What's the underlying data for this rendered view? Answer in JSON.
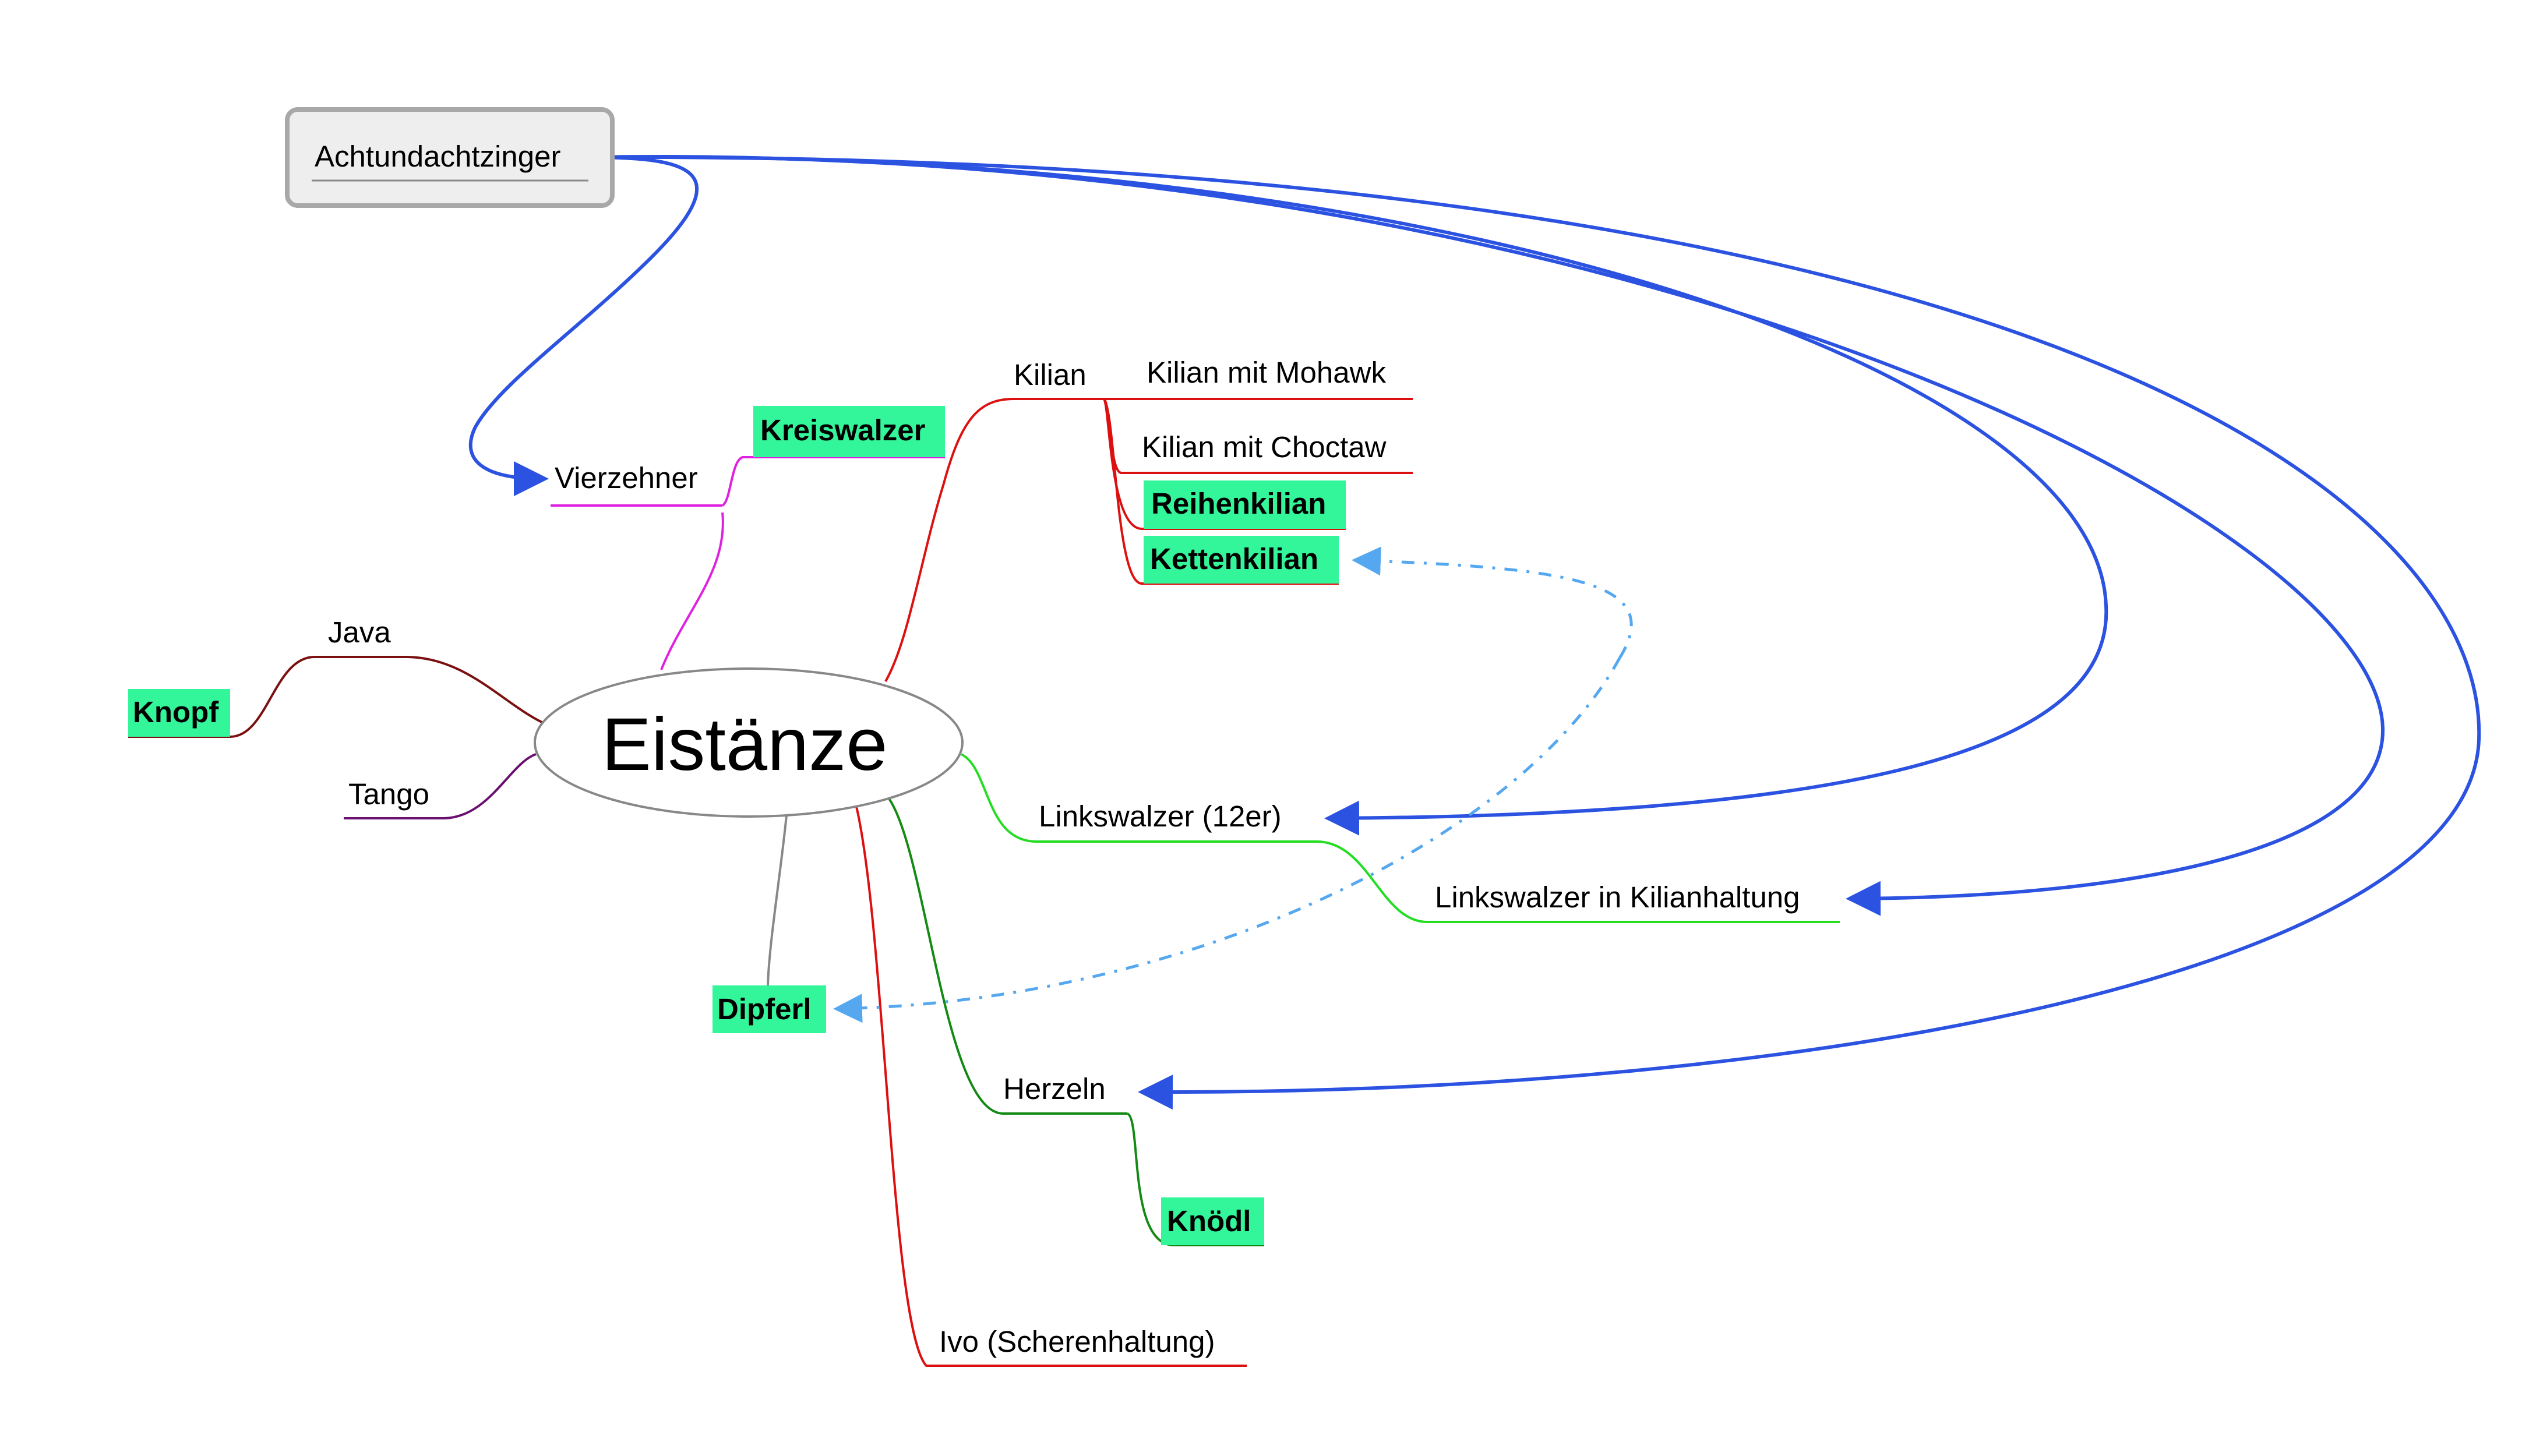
{
  "colors": {
    "highlight": "#33f59a",
    "connector": "#2b52e0",
    "dashed_connector": "#55a8f0",
    "root_border": "#888888",
    "box_border": "#a8a8a8",
    "box_fill": "#eeeeee"
  },
  "root": {
    "label": "Eistänze"
  },
  "floating": {
    "label": "Achtundachtzinger"
  },
  "nodes": {
    "vierzehner": "Vierzehner",
    "kreiswalzer": "Kreiswalzer",
    "kilian": "Kilian",
    "kilian_mohawk": "Kilian mit Mohawk",
    "kilian_choctaw": "Kilian mit Choctaw",
    "reihenkilian": "Reihenkilian",
    "kettenkilian": "Kettenkilian",
    "java": "Java",
    "knopf": "Knopf",
    "tango": "Tango",
    "linkswalzer12": "Linkswalzer (12er)",
    "linkswalzer_kilian": "Linkswalzer in Kilianhaltung",
    "dipferl": "Dipferl",
    "herzeln": "Herzeln",
    "knoedl": "Knödl",
    "ivo": "Ivo (Scherenhaltung)"
  }
}
